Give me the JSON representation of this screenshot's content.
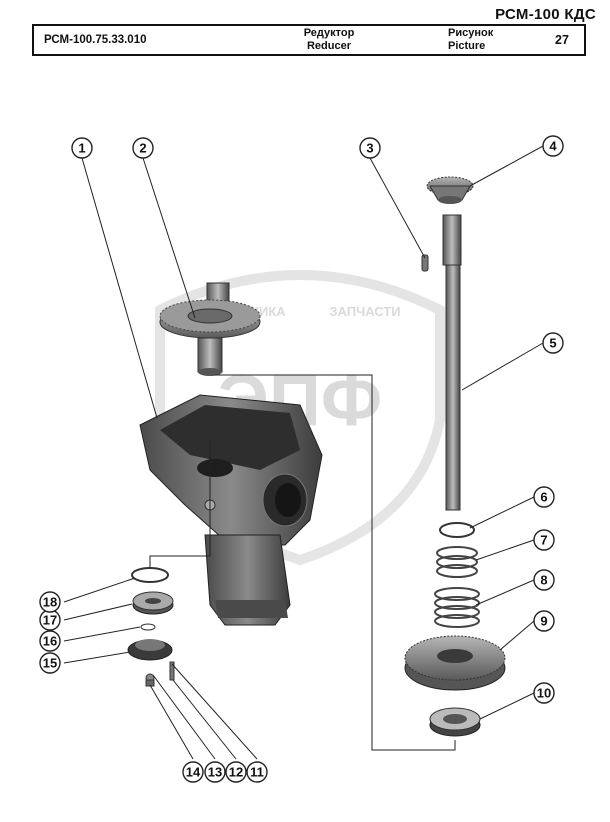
{
  "header": {
    "model": "РСМ-100 КДС",
    "code": "РСМ-100.75.33.010",
    "name_ru": "Редуктор",
    "name_en": "Reducer",
    "picture_ru": "Рисунок",
    "picture_en": "Picture",
    "picture_number": "27"
  },
  "watermark": {
    "brand": "ЭПФ",
    "line1": "ТЕХНИКА",
    "line2": "ЗАПЧАСТИ"
  },
  "callouts": [
    "1",
    "2",
    "3",
    "4",
    "5",
    "6",
    "7",
    "8",
    "9",
    "10",
    "11",
    "12",
    "13",
    "14",
    "15",
    "16",
    "17",
    "18"
  ],
  "colors": {
    "part_dark": "#3a3a3a",
    "part_mid": "#6e6e6e",
    "part_light": "#a8a8a8",
    "accent": "#c9b98a"
  }
}
